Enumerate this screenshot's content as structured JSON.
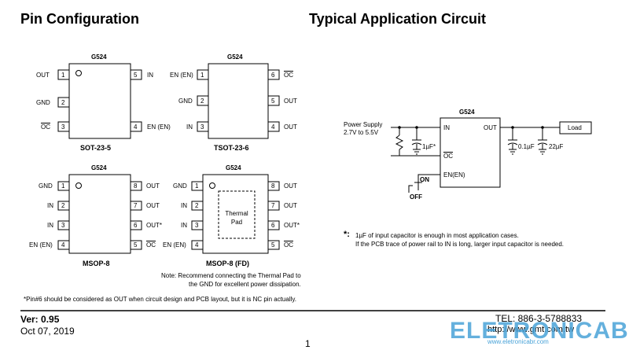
{
  "headings": {
    "pin": "Pin Configuration",
    "app": "Typical Application Circuit"
  },
  "sot235": {
    "part": "G524",
    "pkg": "SOT-23-5",
    "left": [
      {
        "n": "1",
        "name": "OUT"
      },
      {
        "n": "2",
        "name": "GND"
      },
      {
        "n": "3",
        "name": "OC"
      }
    ],
    "right": [
      {
        "n": "5",
        "name": "IN"
      },
      {
        "n": "4",
        "name": "EN (EN)"
      }
    ]
  },
  "tsot236": {
    "part": "G524",
    "pkg": "TSOT-23-6",
    "left": [
      {
        "n": "1",
        "name": "EN (EN)"
      },
      {
        "n": "2",
        "name": "GND"
      },
      {
        "n": "3",
        "name": "IN"
      }
    ],
    "right": [
      {
        "n": "6",
        "name": "OC"
      },
      {
        "n": "5",
        "name": "OUT"
      },
      {
        "n": "4",
        "name": "OUT"
      }
    ]
  },
  "msop8": {
    "part": "G524",
    "pkg": "MSOP-8",
    "left": [
      {
        "n": "1",
        "name": "GND"
      },
      {
        "n": "2",
        "name": "IN"
      },
      {
        "n": "3",
        "name": "IN"
      },
      {
        "n": "4",
        "name": "EN (EN)"
      }
    ],
    "right": [
      {
        "n": "8",
        "name": "OUT"
      },
      {
        "n": "7",
        "name": "OUT"
      },
      {
        "n": "6",
        "name": "OUT*"
      },
      {
        "n": "5",
        "name": "OC"
      }
    ]
  },
  "msop8fd": {
    "part": "G524",
    "pkg": "MSOP-8 (FD)",
    "pad": "Thermal Pad",
    "left": [
      {
        "n": "1",
        "name": "GND"
      },
      {
        "n": "2",
        "name": "IN"
      },
      {
        "n": "3",
        "name": "IN"
      },
      {
        "n": "4",
        "name": "EN (EN)"
      }
    ],
    "right": [
      {
        "n": "8",
        "name": "OUT"
      },
      {
        "n": "7",
        "name": "OUT"
      },
      {
        "n": "6",
        "name": "OUT*"
      },
      {
        "n": "5",
        "name": "OC"
      }
    ]
  },
  "note": "Note: Recommend connecting the Thermal Pad  to",
  "note2": "the GND for excellent power dissipation.",
  "pin6": "Pin#6 should be considered as OUT when circuit design and PCB layout, but it is NC pin actually.",
  "circuit": {
    "part": "G524",
    "supply1": "Power Supply",
    "supply2": "2.7V to 5.5V",
    "in": "IN",
    "out": "OUT",
    "oc": "OC",
    "en": "EN(EN)",
    "c_in": "1µF",
    "c1": "0.1µF",
    "c2": "22µF",
    "load": "Load",
    "on": "ON",
    "off": "OFF"
  },
  "fn1": "1µF of input capacitor is enough in most application cases.",
  "fn2": "If the PCB trace of power rail to IN is long,  larger input capacitor is needed.",
  "footer": {
    "ver": "Ver: 0.95",
    "date": "Oct 07, 2019",
    "tel": "TEL: 886-3-5788833",
    "web": "http://www.gmt.com.tw",
    "page": "1"
  },
  "watermark": {
    "brand": "ELETRONICABR",
    "url": "www.eletronicabr.com"
  }
}
